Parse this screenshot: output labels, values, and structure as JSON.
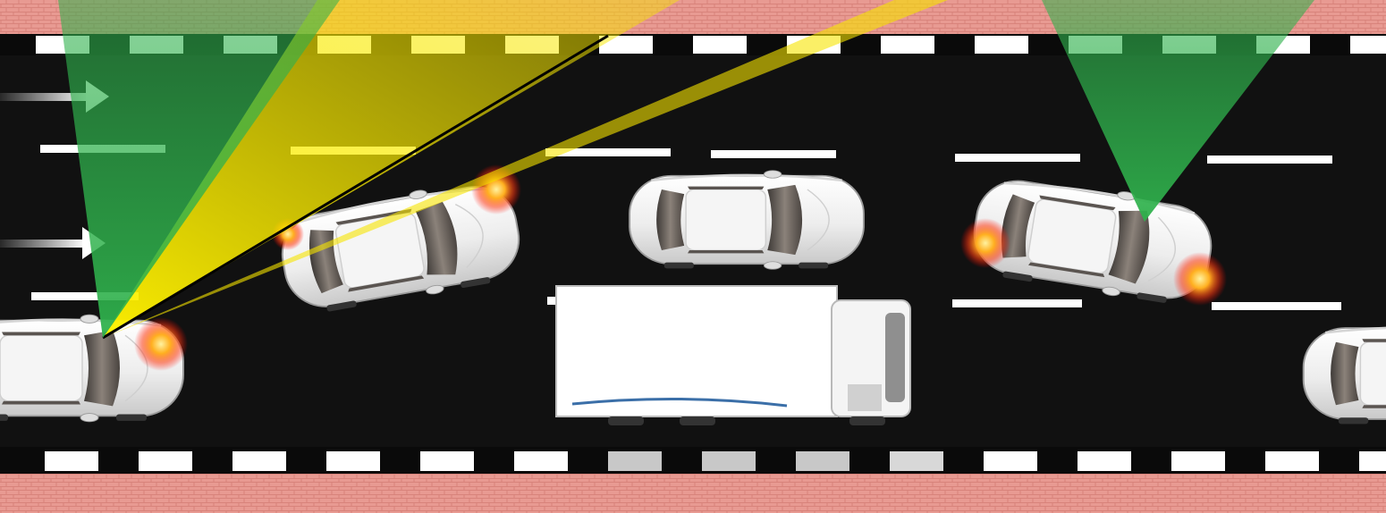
{
  "scene": {
    "colors": {
      "sidewalk": "#e89a92",
      "road": "#111111",
      "lane_marking": "#ffffff",
      "curb_dark": "#0a0a0a",
      "radar_green": "#2faa4a",
      "sensor_yellow": "#f2e600",
      "car_body": "#f2f2f2",
      "window_glass": "#6f6760",
      "indicator_light": "#ff8a1c"
    },
    "vehicles": [
      {
        "kind": "car",
        "role": "ego-car-left"
      },
      {
        "kind": "car",
        "role": "car-lane-2-left"
      },
      {
        "kind": "car",
        "role": "car-lane-2-center"
      },
      {
        "kind": "car",
        "role": "car-lane-2-right-tilted"
      },
      {
        "kind": "truck",
        "role": "box-truck-lane-3"
      },
      {
        "kind": "car",
        "role": "car-lane-3-right-edge"
      }
    ],
    "overlays": [
      "green-radar-cone-left",
      "yellow-sensor-beams",
      "green-radar-cone-right"
    ],
    "arrows": [
      "lane-arrow-upper",
      "lane-arrow-lower"
    ]
  }
}
